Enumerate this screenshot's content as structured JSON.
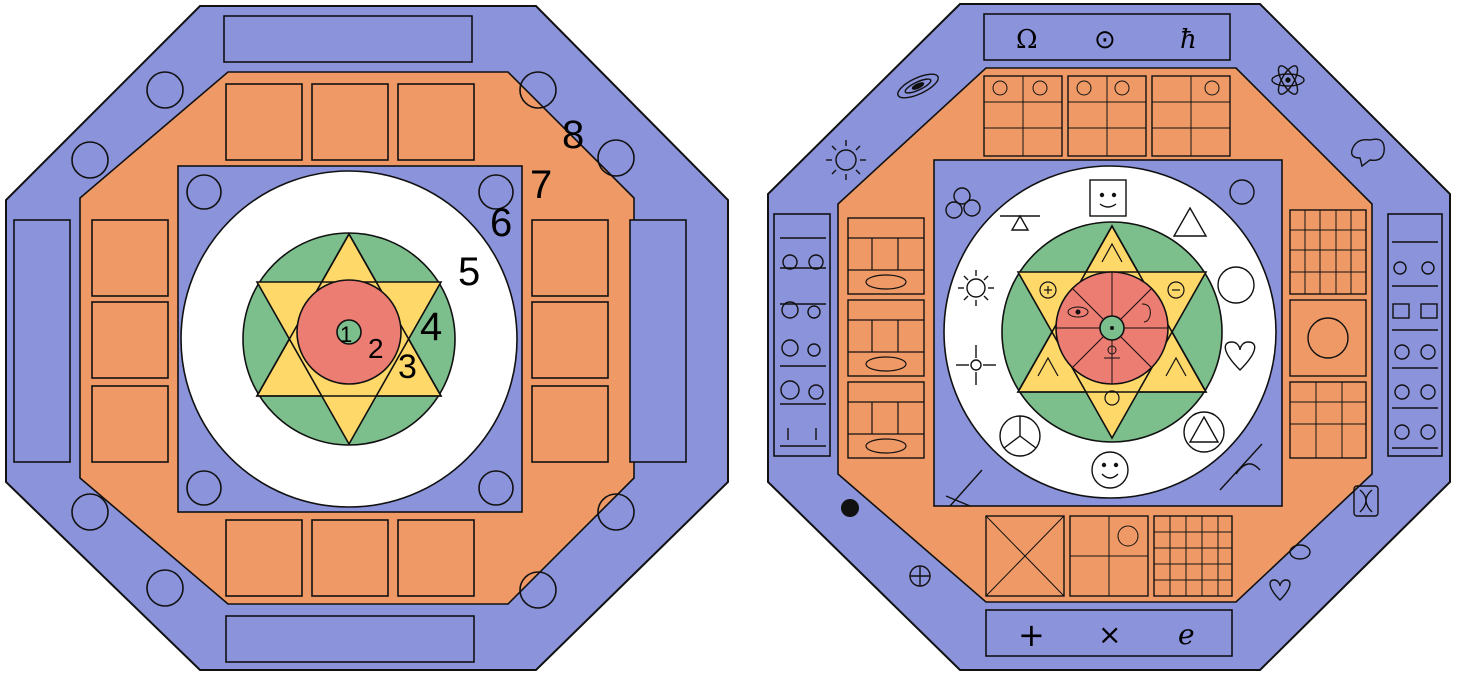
{
  "left_board": {
    "layer_labels": [
      "1",
      "2",
      "3",
      "4",
      "5",
      "6",
      "7",
      "8"
    ]
  },
  "right_board": {
    "top_bar_symbols": [
      "Ω",
      "⊙",
      "ħ"
    ],
    "bottom_bar_symbols": [
      "+",
      "×",
      "e"
    ],
    "colors": {
      "outer_purple": "#8b93db",
      "orange": "#ef9a66",
      "green": "#7dbf8c",
      "yellow": "#ffd86a",
      "red": "#ec7d73",
      "stroke": "#111111"
    },
    "icons": [
      "spiral-galaxy-icon",
      "atom-icon",
      "brain-icon",
      "sun-icon",
      "dna-icon",
      "black-dot-icon",
      "circled-plus-icon",
      "smiley-icon",
      "heart-icon",
      "triangle-in-circle-icon",
      "peace-sign-icon",
      "eye-icon",
      "ear-icon",
      "person-icon",
      "star-of-david-icon"
    ]
  }
}
